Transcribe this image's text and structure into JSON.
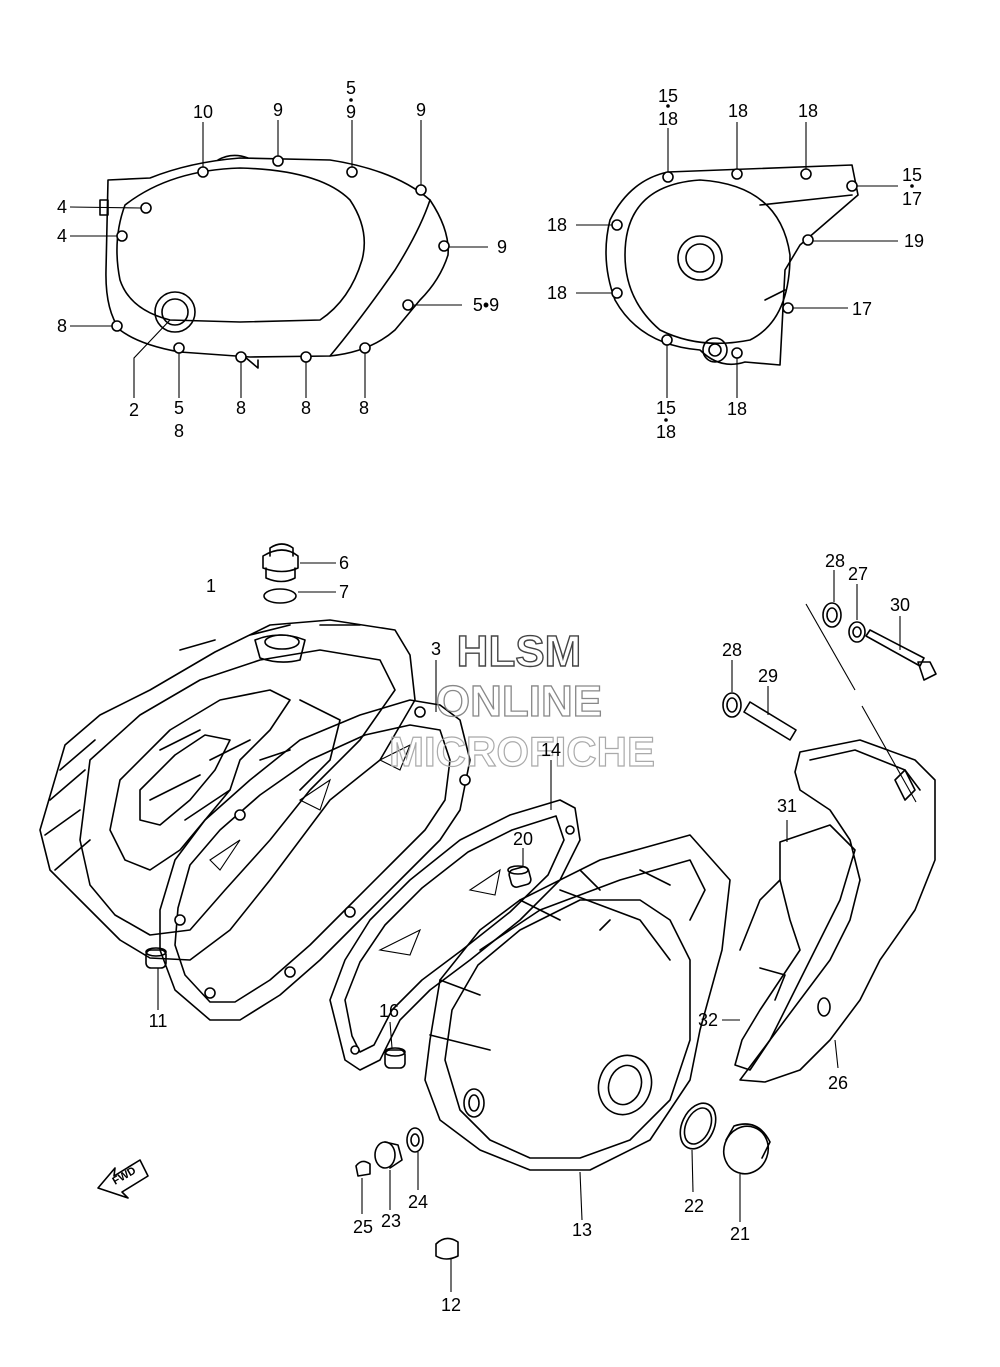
{
  "watermark": {
    "line1": "HLSM",
    "line2": "ONLINE",
    "line3": "MICROFICHE"
  },
  "fwd_label": "FWD",
  "callouts": {
    "top_left": {
      "c10": "10",
      "c9a": "9",
      "c5top": "5",
      "c9b": "9",
      "c9c": "9",
      "c4a": "4",
      "c4b": "4",
      "c9d": "9",
      "c8left": "8",
      "c59": "5•9",
      "c2": "2",
      "c5bot": "5",
      "c8bot": "8",
      "c8a": "8",
      "c8b": "8",
      "c8c": "8",
      "c9under5": "9"
    },
    "top_right": {
      "c15top": "15",
      "c18top": "18",
      "c18a": "18",
      "c18b": "18",
      "c15r": "15",
      "c17r": "17",
      "c18left1": "18",
      "c19": "19",
      "c18left2": "18",
      "c17": "17",
      "c15bot": "15",
      "c18bot": "18",
      "c18c": "18"
    },
    "bottom": {
      "c6": "6",
      "c7": "7",
      "c1": "1",
      "c3": "3",
      "c14": "14",
      "c20": "20",
      "c11": "11",
      "c16": "16",
      "c28a": "28",
      "c27": "27",
      "c30": "30",
      "c28b": "28",
      "c29": "29",
      "c31": "31",
      "c32": "32",
      "c26": "26",
      "c13": "13",
      "c22": "22",
      "c21": "21",
      "c25": "25",
      "c23": "23",
      "c24": "24",
      "c12": "12"
    }
  }
}
